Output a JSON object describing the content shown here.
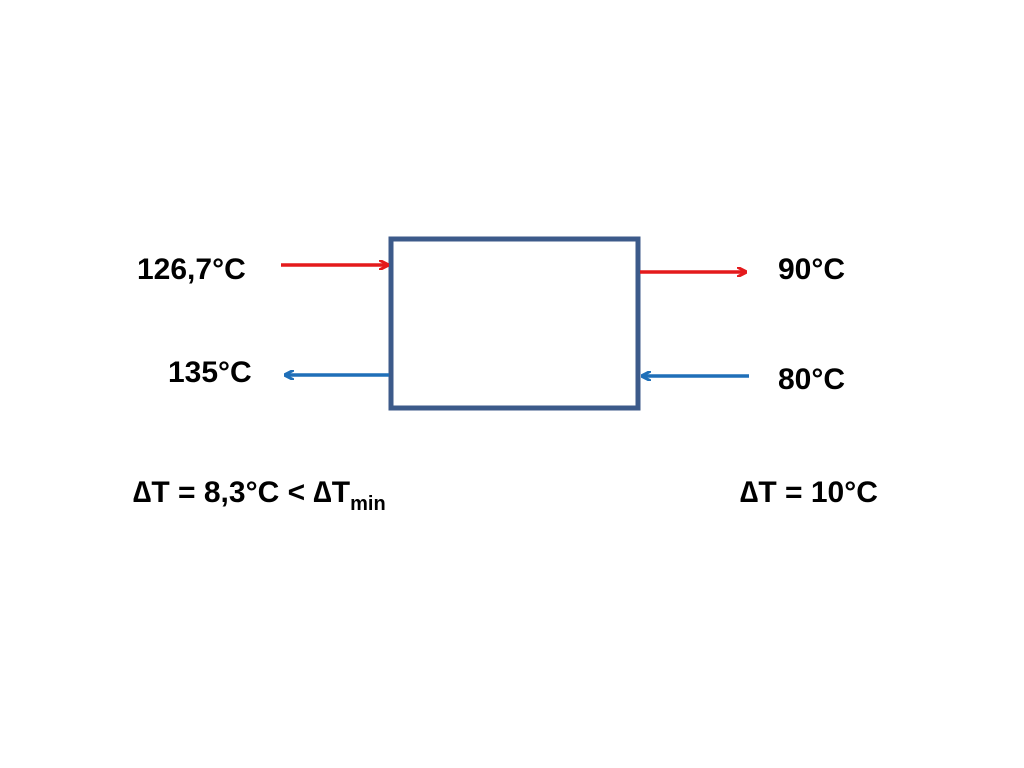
{
  "diagram": {
    "hot_in_temp": "126,7°C",
    "hot_out_temp": "90°C",
    "cold_out_temp": "135°C",
    "cold_in_temp": "80°C",
    "delta_left": {
      "main": "∆T = 8,3°C < ∆T",
      "subscript": "min"
    },
    "delta_right": "∆T = 10°C"
  },
  "colors": {
    "hot_stream": "#e41a1c",
    "cold_stream": "#1f6fb8",
    "exchanger_border": "#3c5a8a"
  }
}
